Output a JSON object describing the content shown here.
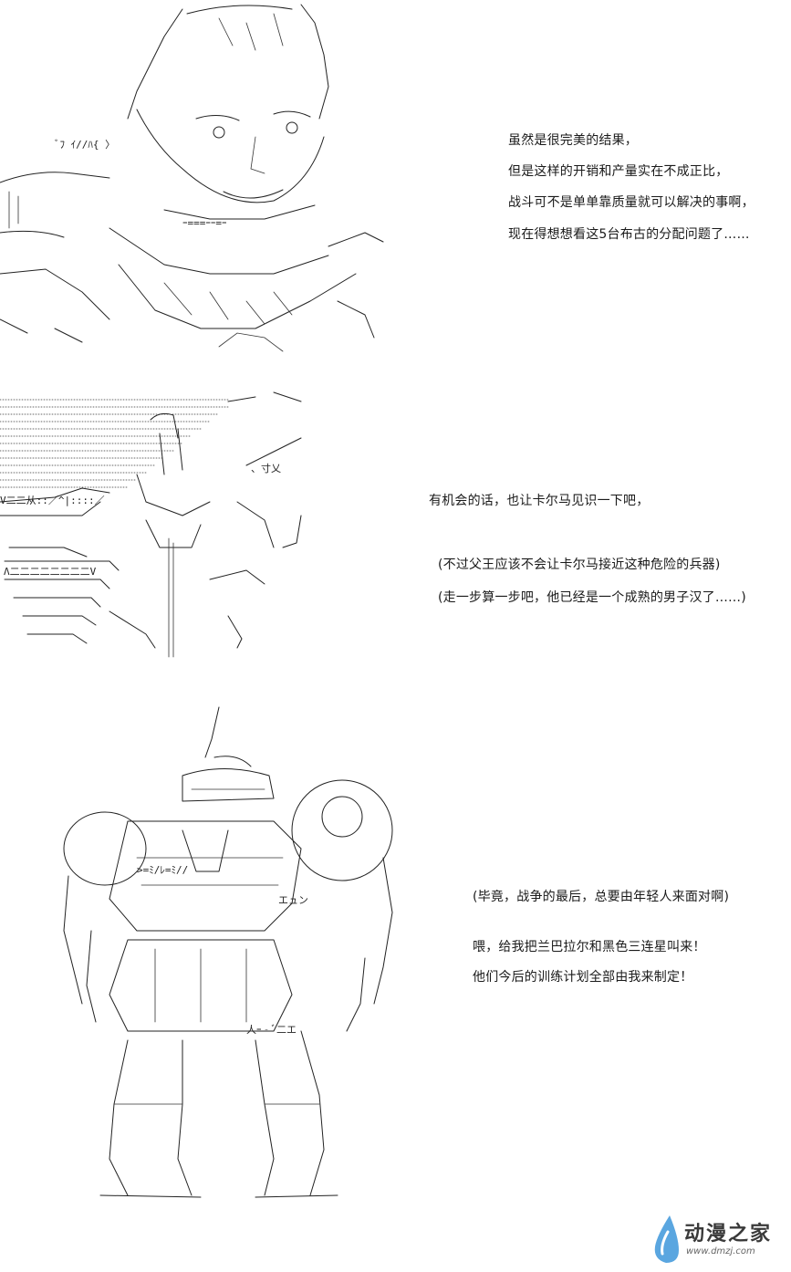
{
  "panels": [
    {
      "lines": [
        "虽然是很完美的结果，",
        "但是这样的开销和产量实在不成正比，",
        "战斗可不是单单靠质量就可以解决的事啊，",
        "现在得想想看这5台布古的分配问题了……"
      ]
    },
    {
      "lines": [
        "有机会的话，也让卡尔马见识一下吧，",
        "(不过父王应该不会让卡尔马接近这种危险的兵器)",
        "(走一步算一步吧，他已经是一个成熟的男子汉了……)"
      ]
    },
    {
      "lines": [
        "(毕竟，战争的最后，总要由年轻人来面对啊)",
        "喂，给我把兰巴拉尔和黑色三连星叫来！",
        "他们今后的训练计划全部由我来制定！"
      ]
    }
  ],
  "watermark": {
    "title": "动漫之家",
    "url": "www.dmzj.com"
  }
}
